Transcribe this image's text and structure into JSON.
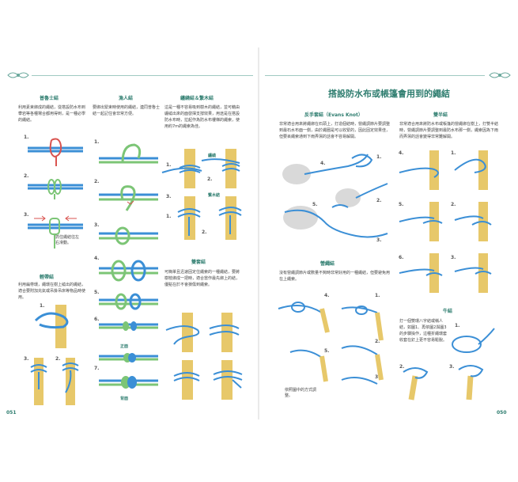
{
  "pages": {
    "left_number": "051",
    "right_number": "050"
  },
  "headline": "搭設防水布或帳篷會用到的繩結",
  "left": {
    "col1": {
      "title": "普魯士結",
      "text": "利用素束綁成的繩結，從搭設防水布到攀岩等各種場合都用得到，是一種必學的繩結。",
      "steps": [
        "1.",
        "2.",
        "3."
      ],
      "note": "抓住繩結往左右滑動。",
      "title2": "輕帶結",
      "text2": "利用扁帶環，繩環在樹上繞出的繩結，適合要附加充氣或吊掛吊床等物品時使用。",
      "steps2": [
        "1.",
        "3.",
        "2."
      ]
    },
    "col2": {
      "title": "漁人結",
      "text": "要綁出緊束時使用的繩結，連同普魯士結一起記住會非常方便。",
      "steps": [
        "1.",
        "2.",
        "3.",
        "4.",
        "5.",
        "6.",
        "7."
      ],
      "label_front": "正面",
      "label_back": "背面"
    },
    "col3": {
      "title": "纏繞結＆繫木結",
      "text": "這是一種不容易吸到樹木的繩結，並可藉由纏繞出來的面發揮支撐效果，用途是在搭設防水布時，拉起作為防水布樓梯的繩索，使用約7m的繩索為佳。",
      "label_wrap": "纏繞",
      "label_timber": "繫木結",
      "steps": [
        "1.",
        "2.",
        "3.",
        "1.",
        "2."
      ],
      "title2": "雙套結",
      "text2": "可簡單且迅速固定住繩索的一種繩結，要將樹枝綁成一把時，適合當作最先綁上的結，優點在於不會損傷到繩索。"
    }
  },
  "right": {
    "col1": {
      "title": "反手套結（Evans Knot）",
      "text": "非常適合用來將繩綁在石頭上，打造個結時，營繩調節片要調整到最石水布面一側，由於繩圈是可以收緊的，因此固定效果佳，但要丟繩索通到下雨弄濕的話會不容易解開。",
      "steps": [
        "4.",
        "1.",
        "5.",
        "2.",
        "3."
      ],
      "title2": "營繩結",
      "text2": "沒有營繩調節片或數量不夠時非常好用的一種繩結，但要避免用在上繩索。",
      "steps2": [
        "4.",
        "1.",
        "5.",
        "2.",
        "3."
      ],
      "note": "依照圖中的方式調整。"
    },
    "col2": {
      "title": "雙半結",
      "text": "非常適合用來將防水布或帳篷的營繩綁在樹上，打雙半結時，營繩調節片要調整到最防水布那一側，繩索因為下雨而弄濕的話會變得非常難解開。",
      "steps": [
        "4.",
        "1.",
        "5.",
        "2.",
        "6.",
        "3."
      ],
      "title2": "牛結",
      "text2": "打一個雙環八字結或稱人結，如圖1、再依圖2與圖3的步驟操作，這種折繩環套收套在釘上更不容易鬆脫。",
      "steps2": [
        "1.",
        "2.",
        "3."
      ]
    }
  },
  "colors": {
    "accent": "#2e7d6f",
    "rope_blue": "#3b8fd6",
    "rope_green": "#7cc576",
    "rope_red": "#d9534f",
    "wood": "#e7c86a",
    "stone": "#d9d9d9"
  }
}
